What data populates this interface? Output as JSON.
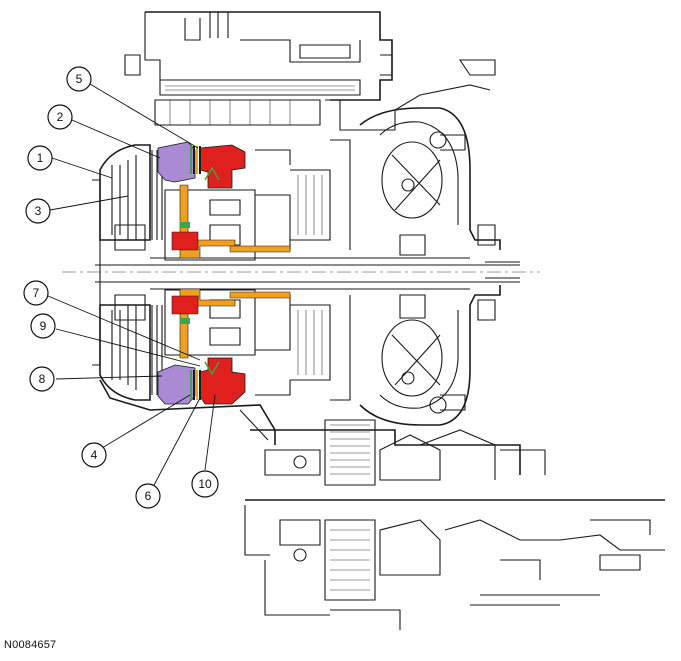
{
  "figure_id": "N0084657",
  "callouts": [
    {
      "label": "1"
    },
    {
      "label": "2"
    },
    {
      "label": "3"
    },
    {
      "label": "4"
    },
    {
      "label": "5"
    },
    {
      "label": "6"
    },
    {
      "label": "7"
    },
    {
      "label": "8"
    },
    {
      "label": "9"
    },
    {
      "label": "10"
    }
  ],
  "colors": {
    "clutch_piston_purple": "#a98bd4",
    "clutch_hub_red": "#e0201c",
    "shaft_orange": "#f0a020",
    "seal_green": "#3aa64a",
    "line": "#1a1a1a"
  }
}
